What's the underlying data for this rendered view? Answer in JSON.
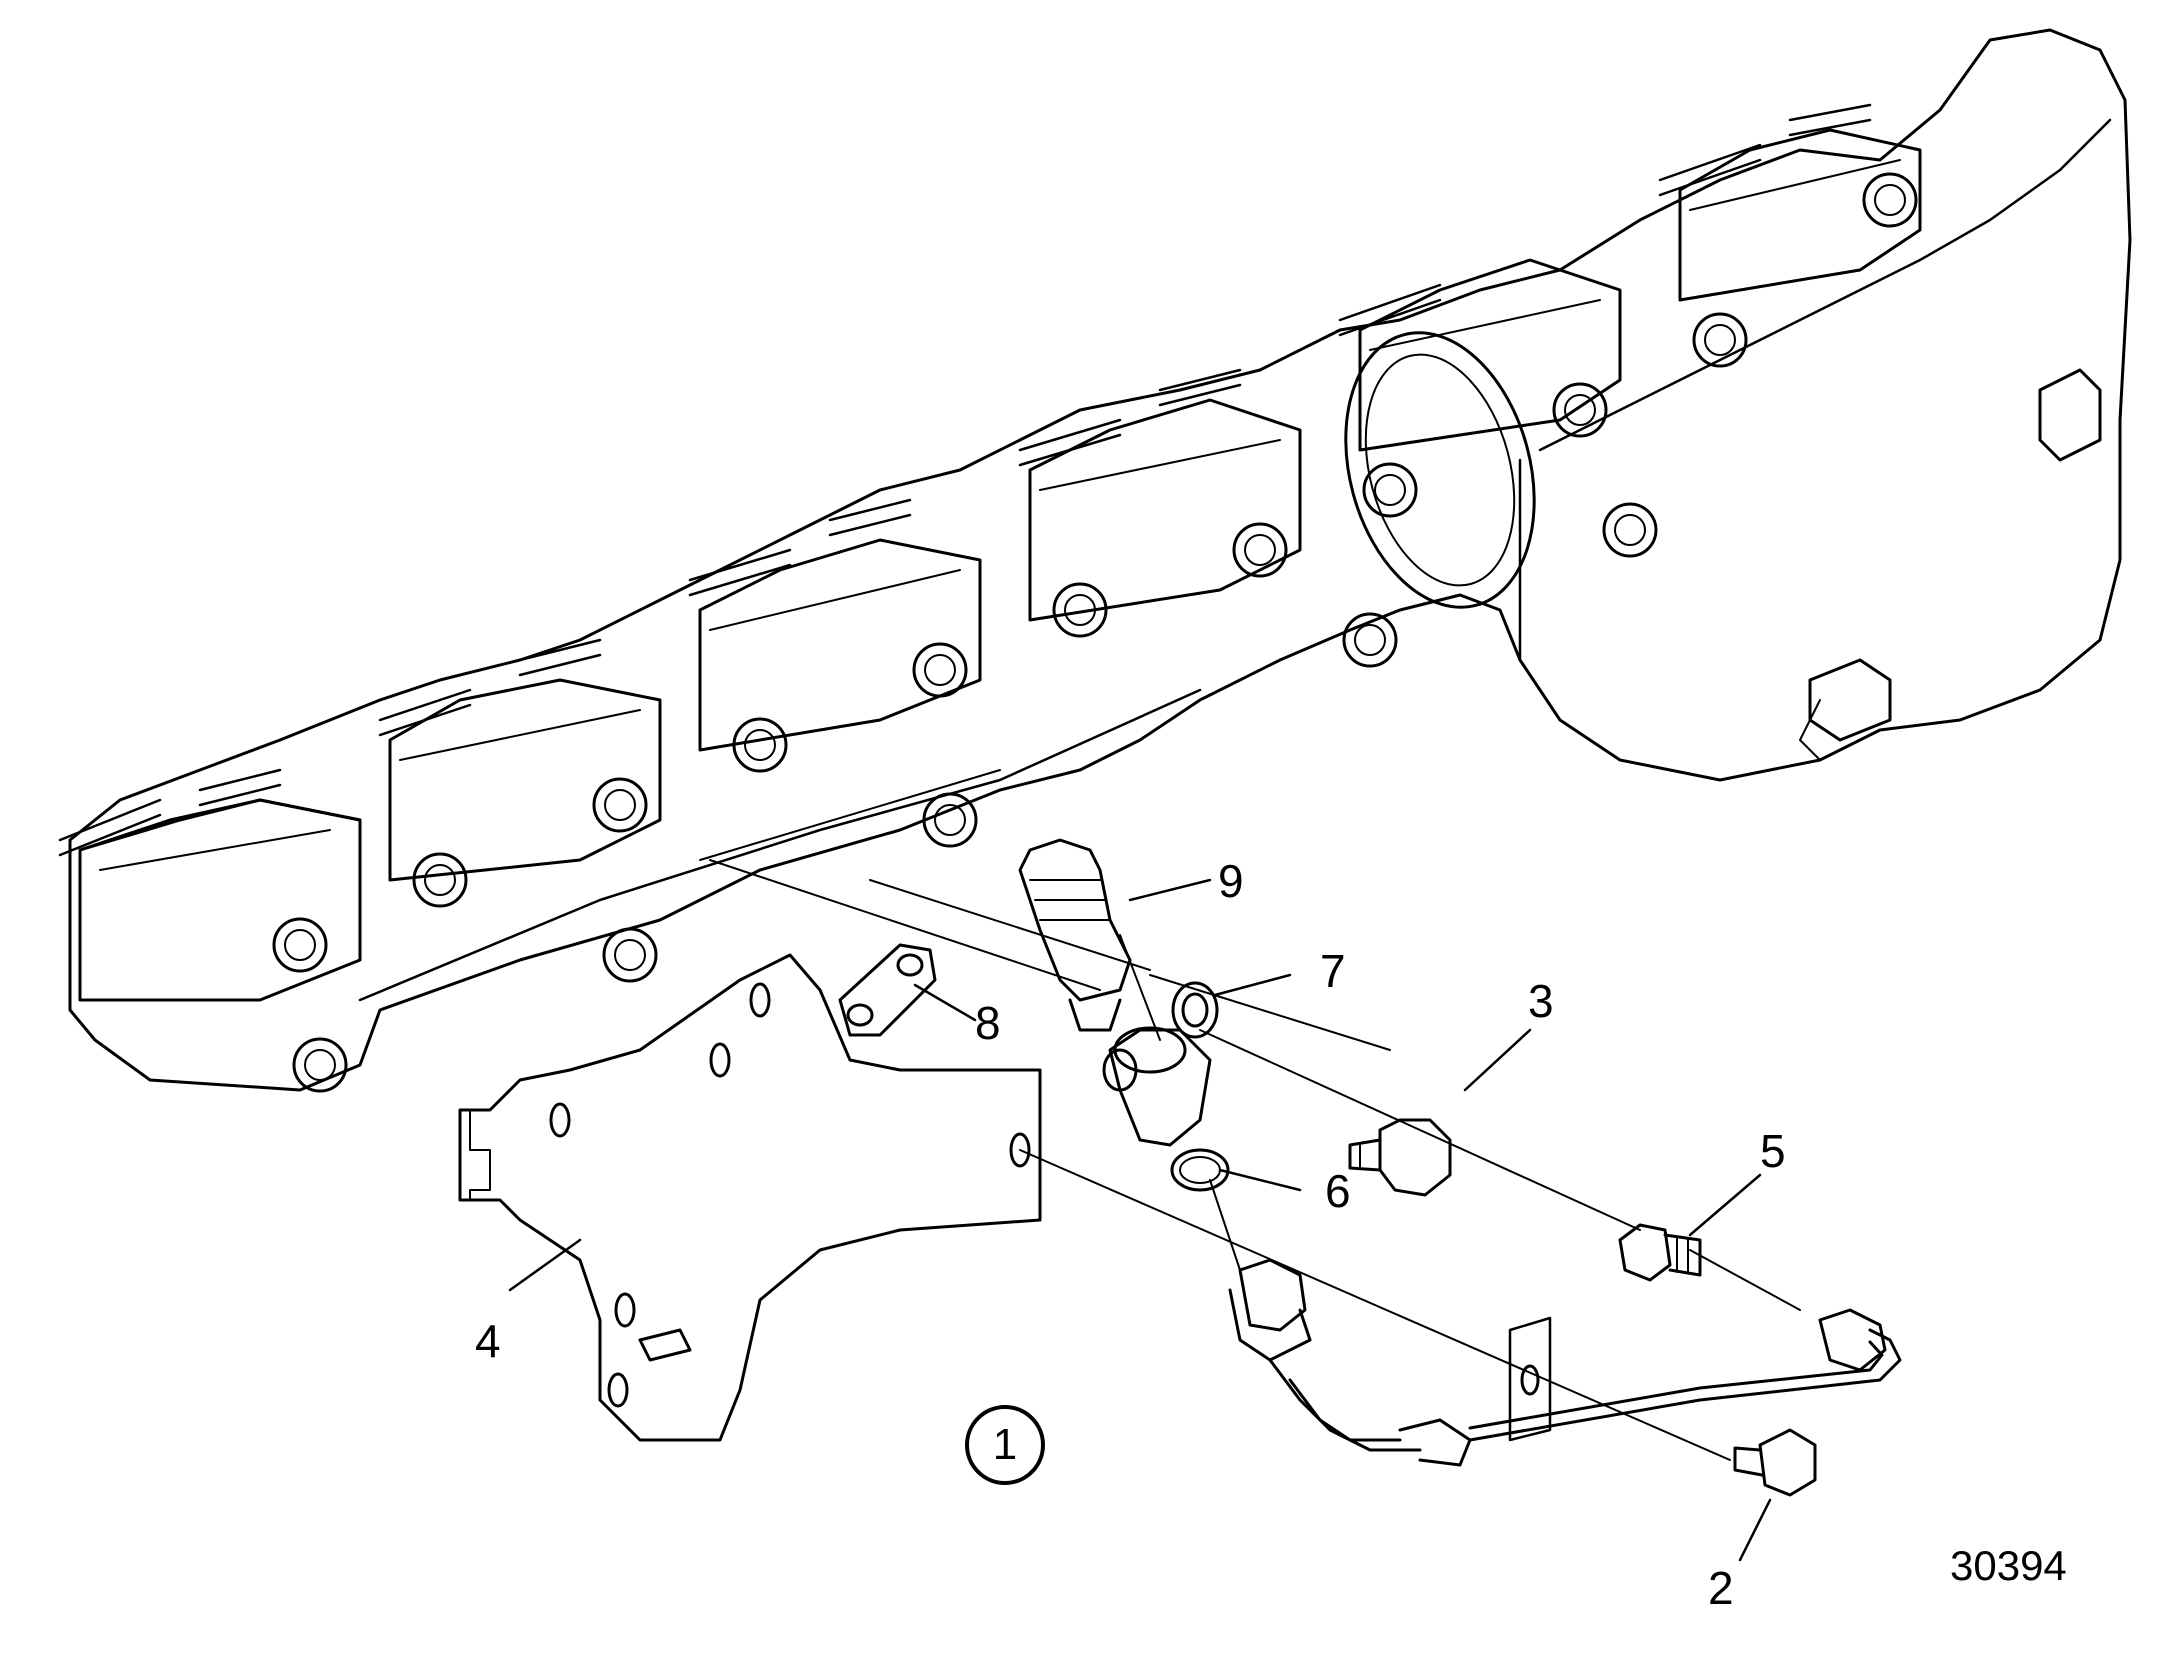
{
  "colors": {
    "ink": "#000000",
    "paper": "#ffffff"
  },
  "callouts": {
    "c1": "1",
    "c2": "2",
    "c3": "3",
    "c4": "4",
    "c5": "5",
    "c6": "6",
    "c7": "7",
    "c8": "8",
    "c9": "9"
  },
  "reference_number": "30394"
}
